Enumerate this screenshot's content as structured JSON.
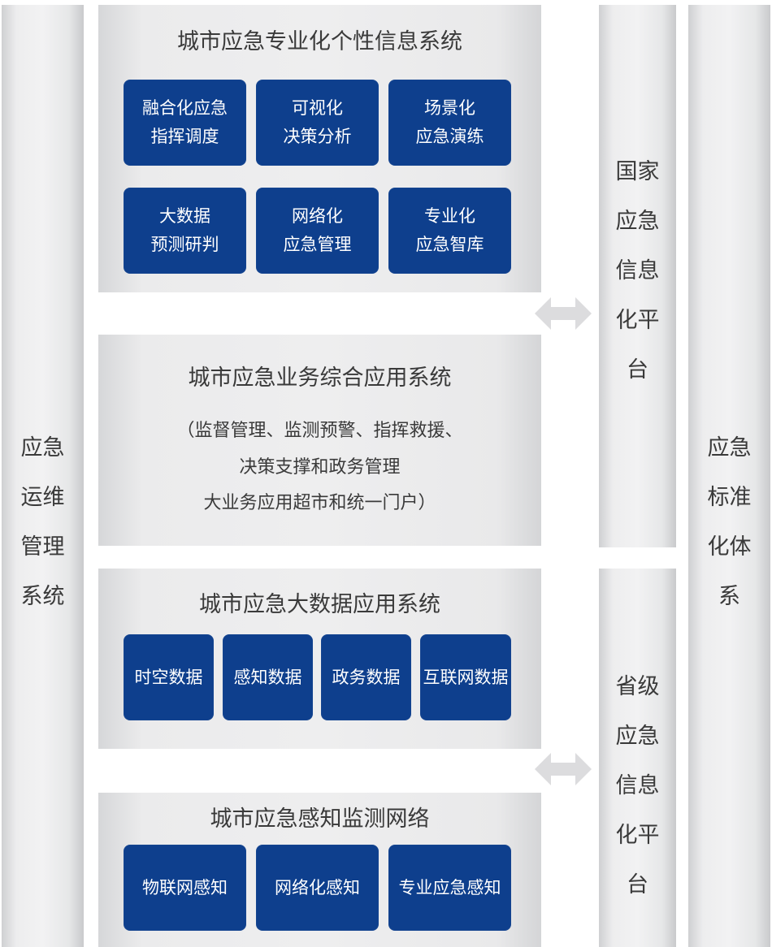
{
  "left_pillar": {
    "label": "应急\n运维\n管理\n系统"
  },
  "right_pillar": {
    "label": "应急\n标准\n化体\n系"
  },
  "national_platform": {
    "label": "国家\n应急\n信息\n化平\n台"
  },
  "provincial_platform": {
    "label": "省级\n应急\n信息\n化平\n台"
  },
  "info_system": {
    "title": "城市应急专业化个性信息系统",
    "boxes": [
      "融合化应急\n指挥调度",
      "可视化\n决策分析",
      "场景化\n应急演练",
      "大数据\n预测研判",
      "网络化\n应急管理",
      "专业化\n应急智库"
    ]
  },
  "business_system": {
    "title": "城市应急业务综合应用系统",
    "description": [
      "（监督管理、监测预警、指挥救援、",
      "决策支撑和政务管理",
      "大业务应用超市和统一门户）"
    ]
  },
  "bigdata_system": {
    "title": "城市应急大数据应用系统",
    "boxes": [
      "时空数据",
      "感知数据",
      "政务数据",
      "互联网数据"
    ]
  },
  "sensing_network": {
    "title": "城市应急感知监测网络",
    "boxes": [
      "物联网感知",
      "网络化感知",
      "专业应急感知"
    ]
  },
  "colors": {
    "box_fill": "#0e3f8d",
    "panel_gray": "#ececed",
    "text_dark": "#3a3a3a",
    "arrow_gray": "#dcdcde"
  }
}
